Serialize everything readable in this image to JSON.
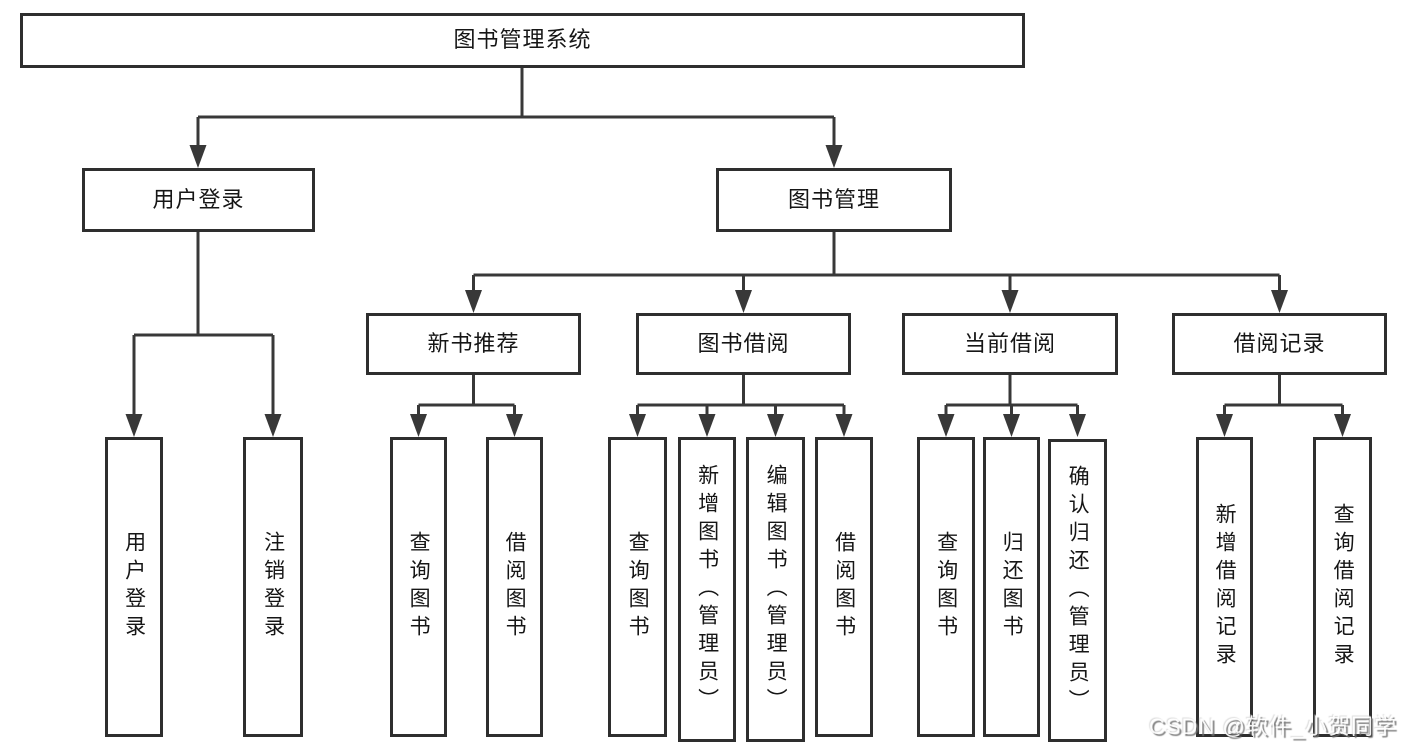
{
  "tree": {
    "root": {
      "label": "图书管理系统"
    },
    "children": [
      {
        "label": "用户登录",
        "children": [
          {
            "label": "用户登录"
          },
          {
            "label": "注销登录"
          }
        ]
      },
      {
        "label": "图书管理",
        "children": [
          {
            "label": "新书推荐",
            "children": [
              {
                "label": "查询图书"
              },
              {
                "label": "借阅图书"
              }
            ]
          },
          {
            "label": "图书借阅",
            "children": [
              {
                "label": "查询图书"
              },
              {
                "label": "新增图书（管理员）"
              },
              {
                "label": "编辑图书（管理员）"
              },
              {
                "label": "借阅图书"
              }
            ]
          },
          {
            "label": "当前借阅",
            "children": [
              {
                "label": "查询图书"
              },
              {
                "label": "归还图书"
              },
              {
                "label": "确认归还（管理员）"
              }
            ]
          },
          {
            "label": "借阅记录",
            "children": [
              {
                "label": "新增借阅记录"
              },
              {
                "label": "查询借阅记录"
              }
            ]
          }
        ]
      }
    ]
  },
  "colors": {
    "line": "#383838",
    "border": "#2e2e2e",
    "text": "#161616",
    "background": "#ffffff"
  },
  "watermark": {
    "text": "CSDN @软件_小贺同学"
  }
}
